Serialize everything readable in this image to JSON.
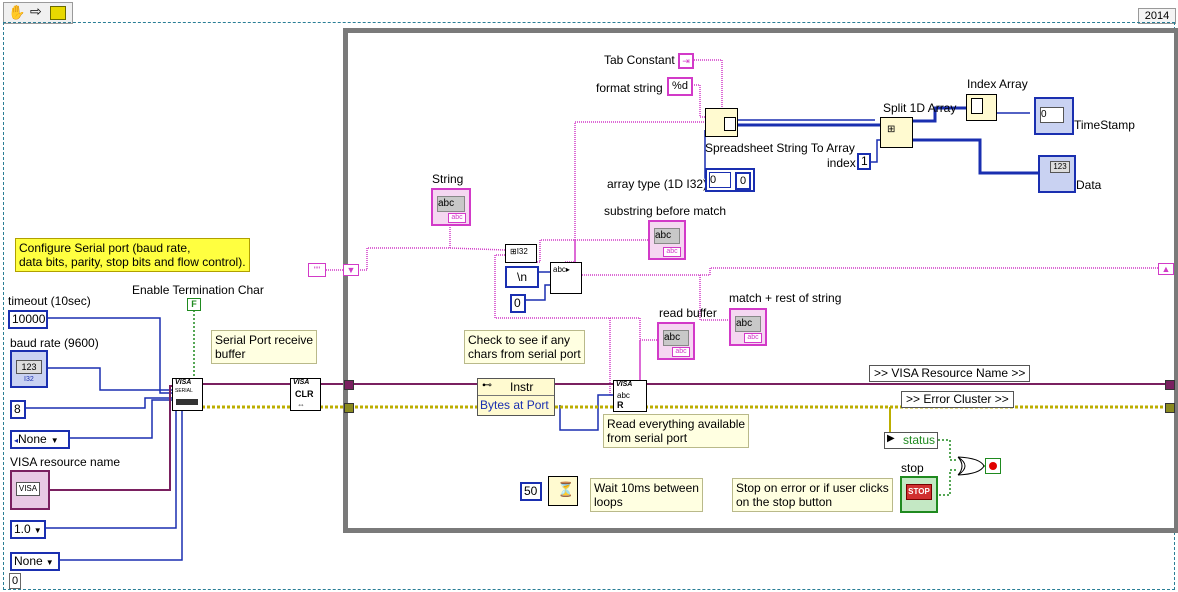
{
  "version": "2014",
  "notes": {
    "configure": "Configure Serial port (baud rate,\ndata bits, parity, stop bits and flow control).",
    "serial_receive": "Serial Port receive\nbuffer",
    "check_chars": "Check to see if any\nchars from serial port",
    "read_everything": "Read everything available\nfrom serial port",
    "wait": "Wait 10ms between\nloops",
    "stop_note": "Stop on error or if user clicks\non the stop button"
  },
  "controls": {
    "timeout_label": "timeout (10sec)",
    "timeout_value": "10000",
    "baud_label": "baud rate (9600)",
    "baud_tag": "I32",
    "data_bits_value": "8",
    "parity_value": "None",
    "visa_label": "VISA resource name",
    "visa_text": "VISA",
    "stop_bits_value": "1.0",
    "flow_value": "None",
    "error_value": "0",
    "enable_term_label": "Enable Termination Char",
    "enable_term_value": "F"
  },
  "loop": {
    "tab_constant_label": "Tab Constant",
    "format_string_label": "format string",
    "format_string_value": "%d",
    "string_label": "String",
    "ss_to_array_label": "Spreadsheet String To Array",
    "array_type_label": "array type (1D I32)",
    "array_type_value": "0",
    "index_label": "index",
    "index_value": "1",
    "split_label": "Split 1D Array",
    "index_array_label": "Index Array",
    "timestamp_label": "TimeStamp",
    "data_label": "Data",
    "substring_label": "substring before match",
    "match_label": "match + rest of string",
    "read_buffer_label": "read buffer",
    "newline_value": "\\n",
    "zero_value": "0",
    "instr_label": "Instr",
    "bytes_at_port": "Bytes at Port",
    "visa_resource_tunnel": ">> VISA Resource Name >>",
    "error_cluster_tunnel": ">> Error Cluster >>",
    "status_label": "status",
    "stop_label": "stop",
    "stop_button": "STOP",
    "wait_value": "50",
    "visa_clr": "CLR",
    "visa_small": "VISA",
    "serial_small": "SERIAL"
  },
  "colors": {
    "string_wire": "#d23ac8",
    "number_wire": "#1a2fb0",
    "error_wire": "#c8b400",
    "visa_wire": "#7a2060",
    "bool_wire": "#1f8a1f",
    "loop_border": "#7a7a7a"
  }
}
